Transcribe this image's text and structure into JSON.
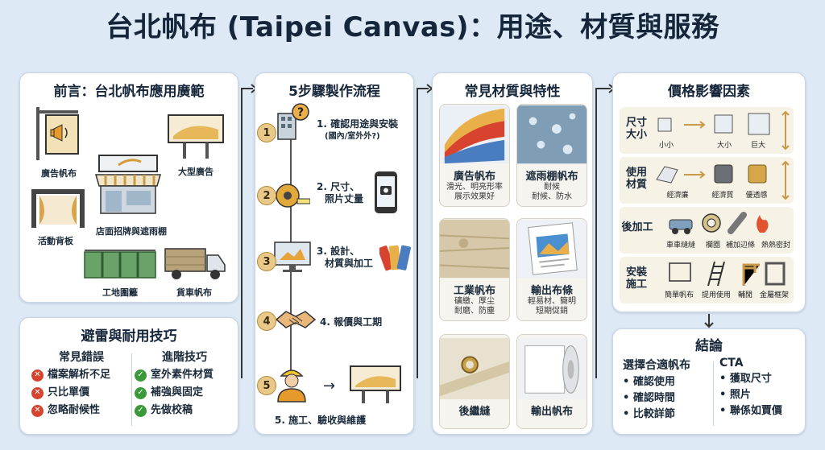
{
  "title": "台北帆布 (Taipei Canvas)：用途、材質與服務",
  "intro": {
    "heading": "前言：台北帆布應用廣範",
    "items": {
      "ad_canvas": "廣告帆布",
      "billboard": "大型廣告",
      "storefront": "店面招牌與遮雨棚",
      "event_backdrop": "活動背板",
      "site_fence": "工地圍籬",
      "truck_canvas": "貨車帆布"
    }
  },
  "tips": {
    "heading": "避雷與耐用技巧",
    "mistakes_heading": "常見錯誤",
    "mistakes": [
      "檔案解析不足",
      "只比單價",
      "忽略耐候性"
    ],
    "advanced_heading": "進階技巧",
    "advanced": [
      "室外素件材質",
      "補強與固定",
      "先做校稿"
    ]
  },
  "steps": {
    "heading": "5步驟製作流程",
    "items": [
      {
        "num": "1",
        "text": "1. 確認用途與安裝",
        "sub": "(國內/室外外?)"
      },
      {
        "num": "2",
        "text": "2. 尺寸、",
        "sub": "照片丈量"
      },
      {
        "num": "3",
        "text": "3. 設計、",
        "sub": "材質與加工"
      },
      {
        "num": "4",
        "text": "4. 報價與工期",
        "sub": ""
      },
      {
        "num": "5",
        "text": "5. 施工、驗收與維護",
        "sub": ""
      }
    ]
  },
  "materials": {
    "heading": "常見材質與特性",
    "items": [
      {
        "name": "廣告帆布",
        "desc1": "滑光、明亮形率",
        "desc2": "展示效果好"
      },
      {
        "name": "遮雨棚帆布",
        "desc1": "耐候",
        "desc2": "耐候、防水"
      },
      {
        "name": "工業帆布",
        "desc1": "礦繳、厚尘",
        "desc2": "耐磨、防塵"
      },
      {
        "name": "輸出布條",
        "desc1": "輕易材、簡明",
        "desc2": "短期促銷"
      },
      {
        "name": "後繼縫",
        "desc1": "",
        "desc2": ""
      },
      {
        "name": "輸出帆布",
        "desc1": "",
        "desc2": ""
      }
    ]
  },
  "pricing": {
    "heading": "價格影響因素",
    "rows": [
      {
        "label": "尺寸大小",
        "items": [
          "小小",
          "大小",
          "巨大"
        ]
      },
      {
        "label": "使用材質",
        "items": [
          "經濟廉",
          "經濟質",
          "優透感"
        ]
      },
      {
        "label": "後加工",
        "items": [
          "車車縫縫",
          "欄圈",
          "補加辺條",
          "熱熱密封"
        ]
      },
      {
        "label": "安裝施工",
        "items": [
          "簡單帆布",
          "提用使用",
          "輔閒",
          "金屬框架"
        ]
      }
    ]
  },
  "conclusion": {
    "heading": "結論",
    "left_heading": "選擇合適帆布",
    "left_items": [
      "• 確認使用",
      "• 確認時間",
      "• 比較詳節"
    ],
    "right_heading": "CTA",
    "right_items": [
      "• 獲取尺寸",
      "• 照片",
      "• 聯係如賈價"
    ]
  }
}
